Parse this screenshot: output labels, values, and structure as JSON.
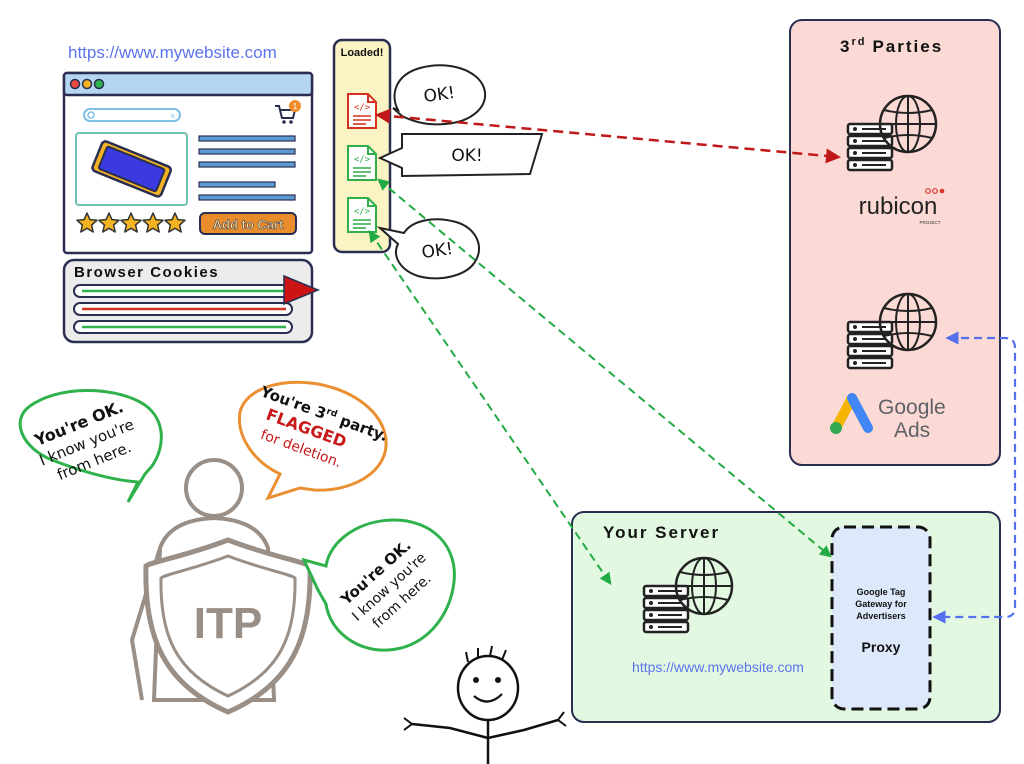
{
  "browser": {
    "url": "https://www.mywebsite.com",
    "cart_count": "1",
    "rating_stars": 5,
    "add_to_cart_label": "Add to Cart",
    "cookies_title": "Browser Cookies"
  },
  "loaded_panel": {
    "title": "Loaded!"
  },
  "bubbles": {
    "ok1": "OK!",
    "ok2": "OK!",
    "ok3": "OK!"
  },
  "third_parties": {
    "title_prefix": "3",
    "title_sup": "rd",
    "title_suffix": "Parties",
    "rubicon_name": "rubicon",
    "rubicon_sub": "PROJECT",
    "google_ads_line1": "Google",
    "google_ads_line2": "Ads"
  },
  "itp": {
    "label": "ITP",
    "left_bubble": {
      "title": "You're OK.",
      "line2": "I know you're",
      "line3": "from here."
    },
    "top_bubble": {
      "line1_prefix": "You're 3",
      "line1_sup": "rd",
      "line1_suffix": " party.",
      "flag": "FLAGGED",
      "line3": "for deletion."
    },
    "right_bubble": {
      "title": "You're OK.",
      "line2": "I know you're",
      "line3": "from here."
    }
  },
  "server": {
    "title": "Your Server",
    "url": "https://www.mywebsite.com",
    "proxy_line1": "Google Tag",
    "proxy_line2": "Gateway for",
    "proxy_line3": "Advertisers",
    "proxy_label": "Proxy"
  },
  "colors": {
    "red_arrow": "#c01818",
    "green_arrow": "#22aa44",
    "blue_arrow": "#5570ee",
    "third_party_bg": "#fbd9d4",
    "server_bg": "#e2f8e0",
    "proxy_bg": "#dde9fb",
    "loaded_bg": "#fbf3c4",
    "url_color": "#5c73f0"
  }
}
